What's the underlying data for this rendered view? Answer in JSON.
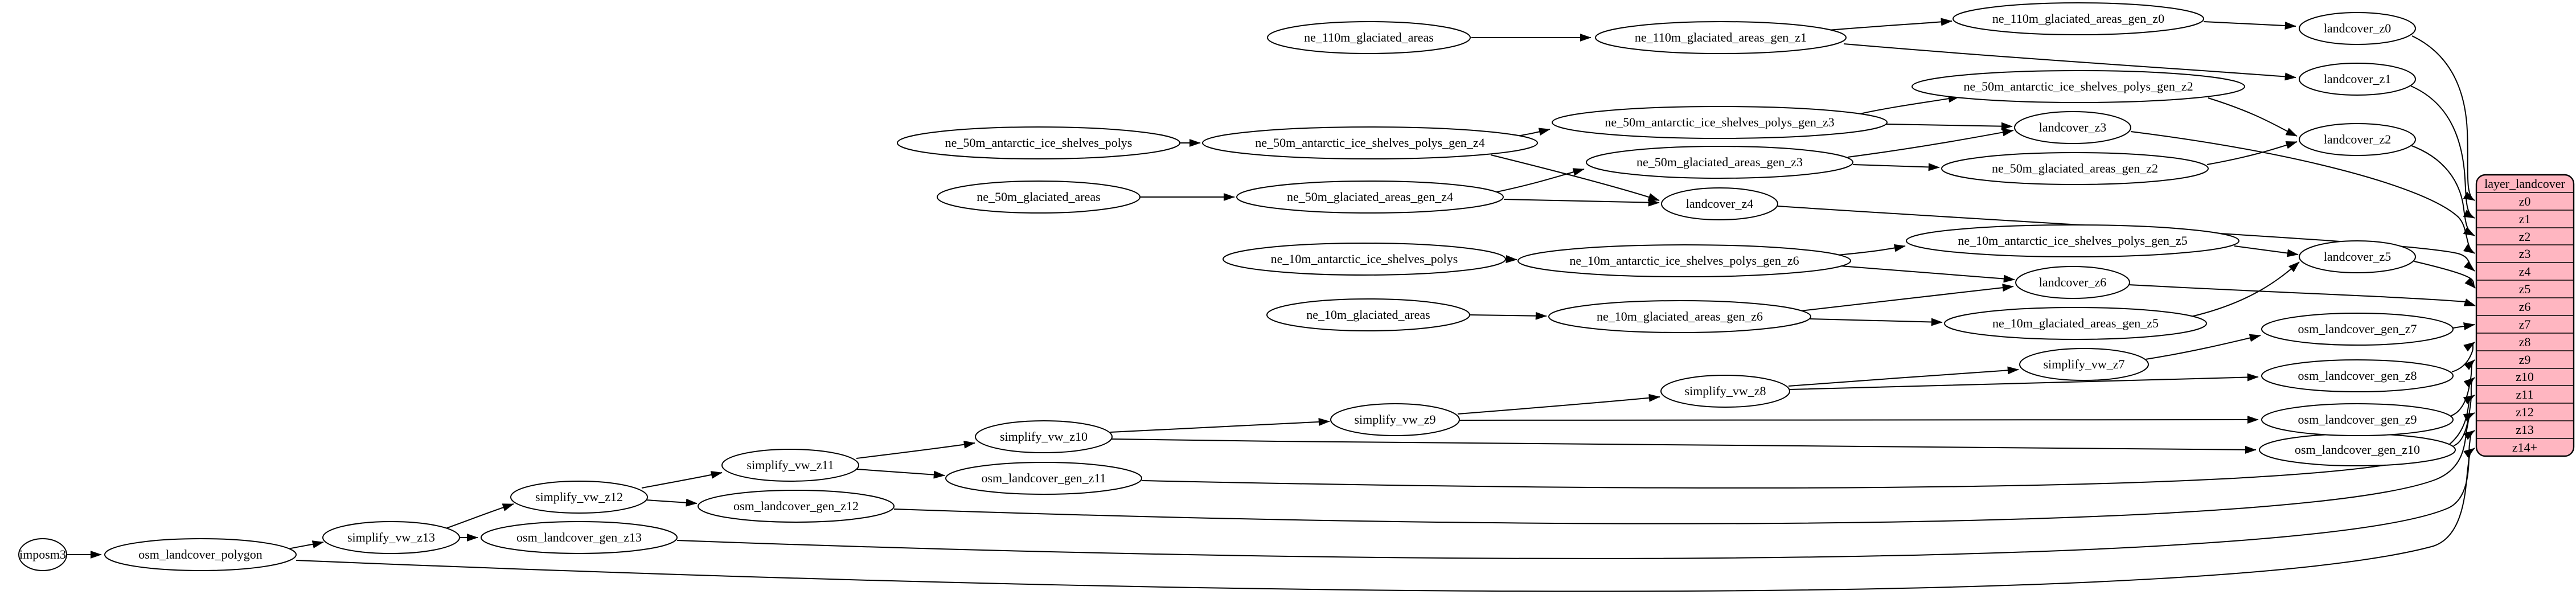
{
  "graph": {
    "background": "#ffffff",
    "node_fill": "#ffffff",
    "node_stroke": "#000000",
    "edge_color": "#000000"
  },
  "nodes": {
    "imposm3": "imposm3",
    "osm_landcover_polygon": "osm_landcover_polygon",
    "simplify_vw_z13": "simplify_vw_z13",
    "osm_landcover_gen_z13": "osm_landcover_gen_z13",
    "simplify_vw_z12": "simplify_vw_z12",
    "osm_landcover_gen_z12": "osm_landcover_gen_z12",
    "simplify_vw_z11": "simplify_vw_z11",
    "osm_landcover_gen_z11": "osm_landcover_gen_z11",
    "simplify_vw_z10": "simplify_vw_z10",
    "osm_landcover_gen_z10": "osm_landcover_gen_z10",
    "simplify_vw_z9": "simplify_vw_z9",
    "osm_landcover_gen_z9": "osm_landcover_gen_z9",
    "simplify_vw_z8": "simplify_vw_z8",
    "osm_landcover_gen_z8": "osm_landcover_gen_z8",
    "simplify_vw_z7": "simplify_vw_z7",
    "osm_landcover_gen_z7": "osm_landcover_gen_z7",
    "ne_110m_glaciated_areas": "ne_110m_glaciated_areas",
    "ne_110m_glaciated_areas_gen_z1": "ne_110m_glaciated_areas_gen_z1",
    "ne_110m_glaciated_areas_gen_z0": "ne_110m_glaciated_areas_gen_z0",
    "landcover_z0": "landcover_z0",
    "landcover_z1": "landcover_z1",
    "landcover_z2": "landcover_z2",
    "landcover_z3": "landcover_z3",
    "landcover_z4": "landcover_z4",
    "landcover_z5": "landcover_z5",
    "landcover_z6": "landcover_z6",
    "ne_50m_antarctic_ice_shelves_polys": "ne_50m_antarctic_ice_shelves_polys",
    "ne_50m_antarctic_ice_shelves_polys_gen_z4": "ne_50m_antarctic_ice_shelves_polys_gen_z4",
    "ne_50m_antarctic_ice_shelves_polys_gen_z3": "ne_50m_antarctic_ice_shelves_polys_gen_z3",
    "ne_50m_antarctic_ice_shelves_polys_gen_z2": "ne_50m_antarctic_ice_shelves_polys_gen_z2",
    "ne_50m_glaciated_areas": "ne_50m_glaciated_areas",
    "ne_50m_glaciated_areas_gen_z4": "ne_50m_glaciated_areas_gen_z4",
    "ne_50m_glaciated_areas_gen_z3": "ne_50m_glaciated_areas_gen_z3",
    "ne_50m_glaciated_areas_gen_z2": "ne_50m_glaciated_areas_gen_z2",
    "ne_10m_antarctic_ice_shelves_polys": "ne_10m_antarctic_ice_shelves_polys",
    "ne_10m_antarctic_ice_shelves_polys_gen_z6": "ne_10m_antarctic_ice_shelves_polys_gen_z6",
    "ne_10m_antarctic_ice_shelves_polys_gen_z5": "ne_10m_antarctic_ice_shelves_polys_gen_z5",
    "ne_10m_glaciated_areas": "ne_10m_glaciated_areas",
    "ne_10m_glaciated_areas_gen_z6": "ne_10m_glaciated_areas_gen_z6",
    "ne_10m_glaciated_areas_gen_z5": "ne_10m_glaciated_areas_gen_z5"
  },
  "table": {
    "header": "layer_landcover",
    "fill": "#ffb6c1",
    "rows": [
      "z0",
      "z1",
      "z2",
      "z3",
      "z4",
      "z5",
      "z6",
      "z7",
      "z8",
      "z9",
      "z10",
      "z11",
      "z12",
      "z13",
      "z14+"
    ]
  },
  "edges": [
    [
      "ne_110m_glaciated_areas",
      "ne_110m_glaciated_areas_gen_z1"
    ],
    [
      "ne_110m_glaciated_areas_gen_z1",
      "ne_110m_glaciated_areas_gen_z0"
    ],
    [
      "ne_110m_glaciated_areas_gen_z1",
      "landcover_z1"
    ],
    [
      "ne_110m_glaciated_areas_gen_z0",
      "landcover_z0"
    ],
    [
      "landcover_z0",
      "layer_landcover.z0"
    ],
    [
      "landcover_z1",
      "layer_landcover.z1"
    ],
    [
      "ne_50m_antarctic_ice_shelves_polys",
      "ne_50m_antarctic_ice_shelves_polys_gen_z4"
    ],
    [
      "ne_50m_antarctic_ice_shelves_polys_gen_z4",
      "ne_50m_antarctic_ice_shelves_polys_gen_z3"
    ],
    [
      "ne_50m_antarctic_ice_shelves_polys_gen_z4",
      "landcover_z4"
    ],
    [
      "ne_50m_antarctic_ice_shelves_polys_gen_z3",
      "ne_50m_antarctic_ice_shelves_polys_gen_z2"
    ],
    [
      "ne_50m_antarctic_ice_shelves_polys_gen_z3",
      "landcover_z3"
    ],
    [
      "ne_50m_antarctic_ice_shelves_polys_gen_z2",
      "landcover_z2"
    ],
    [
      "ne_50m_glaciated_areas",
      "ne_50m_glaciated_areas_gen_z4"
    ],
    [
      "ne_50m_glaciated_areas_gen_z4",
      "ne_50m_glaciated_areas_gen_z3"
    ],
    [
      "ne_50m_glaciated_areas_gen_z4",
      "landcover_z4"
    ],
    [
      "ne_50m_glaciated_areas_gen_z3",
      "landcover_z3"
    ],
    [
      "ne_50m_glaciated_areas_gen_z3",
      "ne_50m_glaciated_areas_gen_z2"
    ],
    [
      "ne_50m_glaciated_areas_gen_z2",
      "landcover_z2"
    ],
    [
      "landcover_z2",
      "layer_landcover.z2"
    ],
    [
      "landcover_z3",
      "layer_landcover.z3"
    ],
    [
      "landcover_z4",
      "layer_landcover.z4"
    ],
    [
      "ne_10m_antarctic_ice_shelves_polys",
      "ne_10m_antarctic_ice_shelves_polys_gen_z6"
    ],
    [
      "ne_10m_antarctic_ice_shelves_polys_gen_z6",
      "ne_10m_antarctic_ice_shelves_polys_gen_z5"
    ],
    [
      "ne_10m_antarctic_ice_shelves_polys_gen_z6",
      "landcover_z6"
    ],
    [
      "ne_10m_antarctic_ice_shelves_polys_gen_z5",
      "landcover_z5"
    ],
    [
      "ne_10m_glaciated_areas",
      "ne_10m_glaciated_areas_gen_z6"
    ],
    [
      "ne_10m_glaciated_areas_gen_z6",
      "ne_10m_glaciated_areas_gen_z5"
    ],
    [
      "ne_10m_glaciated_areas_gen_z6",
      "landcover_z6"
    ],
    [
      "ne_10m_glaciated_areas_gen_z5",
      "landcover_z5"
    ],
    [
      "landcover_z5",
      "layer_landcover.z5"
    ],
    [
      "landcover_z6",
      "layer_landcover.z6"
    ],
    [
      "imposm3",
      "osm_landcover_polygon"
    ],
    [
      "osm_landcover_polygon",
      "simplify_vw_z13"
    ],
    [
      "osm_landcover_polygon",
      "layer_landcover.z14+"
    ],
    [
      "simplify_vw_z13",
      "osm_landcover_gen_z13"
    ],
    [
      "simplify_vw_z13",
      "simplify_vw_z12"
    ],
    [
      "osm_landcover_gen_z13",
      "layer_landcover.z13"
    ],
    [
      "simplify_vw_z12",
      "simplify_vw_z11"
    ],
    [
      "simplify_vw_z12",
      "osm_landcover_gen_z12"
    ],
    [
      "osm_landcover_gen_z12",
      "layer_landcover.z12"
    ],
    [
      "simplify_vw_z11",
      "simplify_vw_z10"
    ],
    [
      "simplify_vw_z11",
      "osm_landcover_gen_z11"
    ],
    [
      "osm_landcover_gen_z11",
      "layer_landcover.z11"
    ],
    [
      "simplify_vw_z10",
      "simplify_vw_z9"
    ],
    [
      "simplify_vw_z10",
      "osm_landcover_gen_z10"
    ],
    [
      "osm_landcover_gen_z10",
      "layer_landcover.z10"
    ],
    [
      "simplify_vw_z9",
      "simplify_vw_z8"
    ],
    [
      "simplify_vw_z9",
      "osm_landcover_gen_z9"
    ],
    [
      "osm_landcover_gen_z9",
      "layer_landcover.z9"
    ],
    [
      "simplify_vw_z8",
      "simplify_vw_z7"
    ],
    [
      "simplify_vw_z8",
      "osm_landcover_gen_z8"
    ],
    [
      "osm_landcover_gen_z8",
      "layer_landcover.z8"
    ],
    [
      "simplify_vw_z7",
      "osm_landcover_gen_z7"
    ],
    [
      "osm_landcover_gen_z7",
      "layer_landcover.z7"
    ]
  ]
}
